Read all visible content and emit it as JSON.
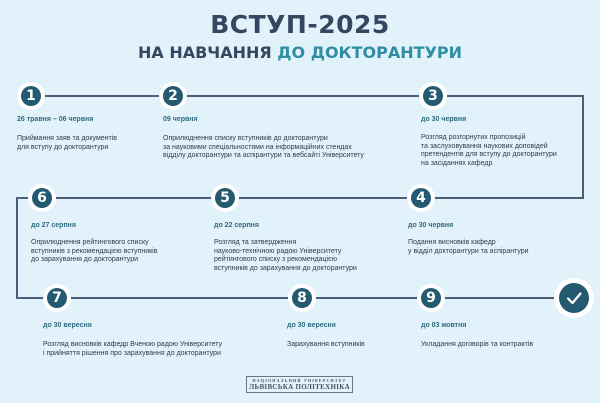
{
  "header": {
    "title": "ВСТУП-2025",
    "subtitle_prefix": "НА НАВЧАННЯ ",
    "subtitle_accent": "ДО ДОКТОРАНТУРИ"
  },
  "colors": {
    "background": "#e2f2fa",
    "title": "#364661",
    "accent": "#2f8ea3",
    "circle": "#235a70",
    "line": "#4e5d78",
    "date": "#2f6c80"
  },
  "steps": [
    {
      "number": "1",
      "date": "26 травня – 06 червня",
      "text": "Приймання заяв та документів\nдля вступу до докторантури"
    },
    {
      "number": "2",
      "date": "09 червня",
      "text": "Оприлюднення списку вступників до докторантури\nза науковими спеціальностями на інформаційних стендах\nвідділу докторантури та аспірантури та вебсайті Університету"
    },
    {
      "number": "3",
      "date": "до 30 червня",
      "text": "Розгляд  розгорнутих пропозицій\nта заслуховування наукових доповідей\nпретендентів для вступу до докторантури\nна засіданнях кафедр"
    },
    {
      "number": "4",
      "date": "до 30 червня",
      "text": "Подання висновків кафедр\nу відділ докторантури та аспірантури"
    },
    {
      "number": "5",
      "date": "до 22 серпня",
      "text": "Розгляд та затвердження\nнауково-технічною радою Університету\nрейтингового списку з рекомендацією\nвступників до зарахування до докторантури"
    },
    {
      "number": "6",
      "date": "до 27 серпня",
      "text": "Оприлюднення рейтингового списку\nвступників з рекомендацією вступників\nдо зарахування до докторантури"
    },
    {
      "number": "7",
      "date": "до 30 вересня",
      "text": "Розгляд висновків кафедр Вченою радою Університету\nі прийняття рішення про зарахування до докторантури"
    },
    {
      "number": "8",
      "date": "до 30 вересня",
      "text": "Зарахування вступників"
    },
    {
      "number": "9",
      "date": "до 03 жовтня",
      "text": "Укладання договорів та контрактів"
    }
  ],
  "final_icon": "checkmark-icon",
  "footer": {
    "logo_line1": "НАЦІОНАЛЬНИЙ УНІВЕРСИТЕТ",
    "logo_line2": "ЛЬВІВСЬКА ПОЛІТЕХНІКА"
  }
}
